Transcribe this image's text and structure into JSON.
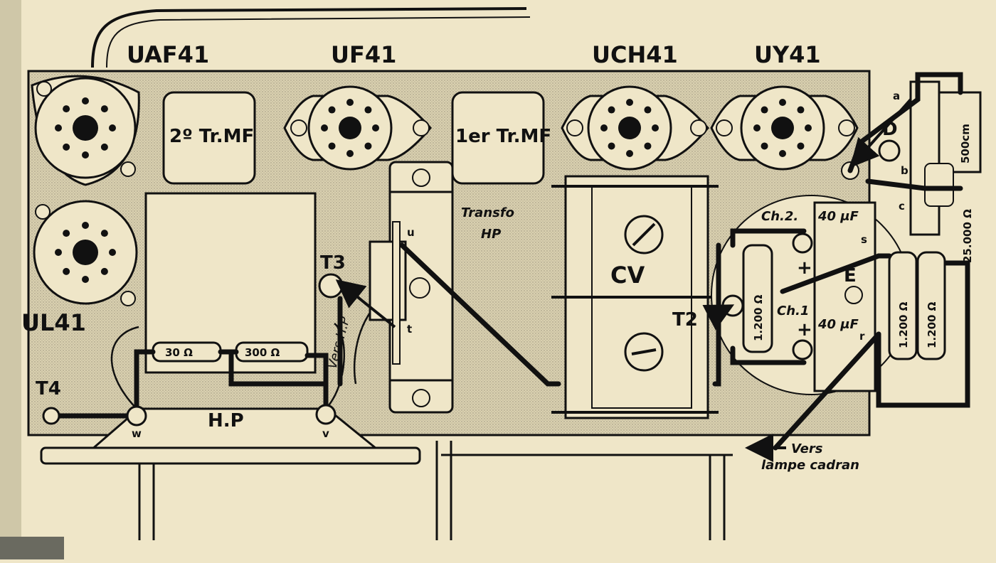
{
  "tubes": {
    "uaf41": "UAF41",
    "uf41": "UF41",
    "uch41": "UCH41",
    "uy41": "UY41",
    "ul41": "UL41"
  },
  "transformers": {
    "mf2": "2º Tr.MF",
    "mf1": "1er Tr.MF"
  },
  "transfo_hp": {
    "line1": "Transfo",
    "line2": "HP",
    "term_u": "u",
    "term_t": "t"
  },
  "terminals": {
    "t2": "T2",
    "t3": "T3",
    "t4": "T4"
  },
  "resistors": {
    "r30": "30 Ω",
    "r300": "300 Ω",
    "r1200a": "1.200 Ω",
    "r1200b": "1.200 Ω",
    "r1200c": "1.200 Ω",
    "r25000": "25.000 Ω",
    "c500": "500cm"
  },
  "speaker": {
    "label": "H.P",
    "term_w": "w",
    "term_v": "v"
  },
  "cv": "CV",
  "filter": {
    "ch2": "Ch.2.",
    "ch1": "Ch.1",
    "cap_top": "40 μF",
    "cap_bottom": "40 μF",
    "plus_top": "+",
    "plus_bottom": "+",
    "s": "s",
    "r": "r",
    "e": "E"
  },
  "pilot": {
    "d": "D",
    "a": "a",
    "b": "b",
    "c": "c"
  },
  "notes": {
    "vers_hp": "Vers H.P",
    "vers_lampe_1": "Vers",
    "vers_lampe_2": "lampe cadran"
  }
}
